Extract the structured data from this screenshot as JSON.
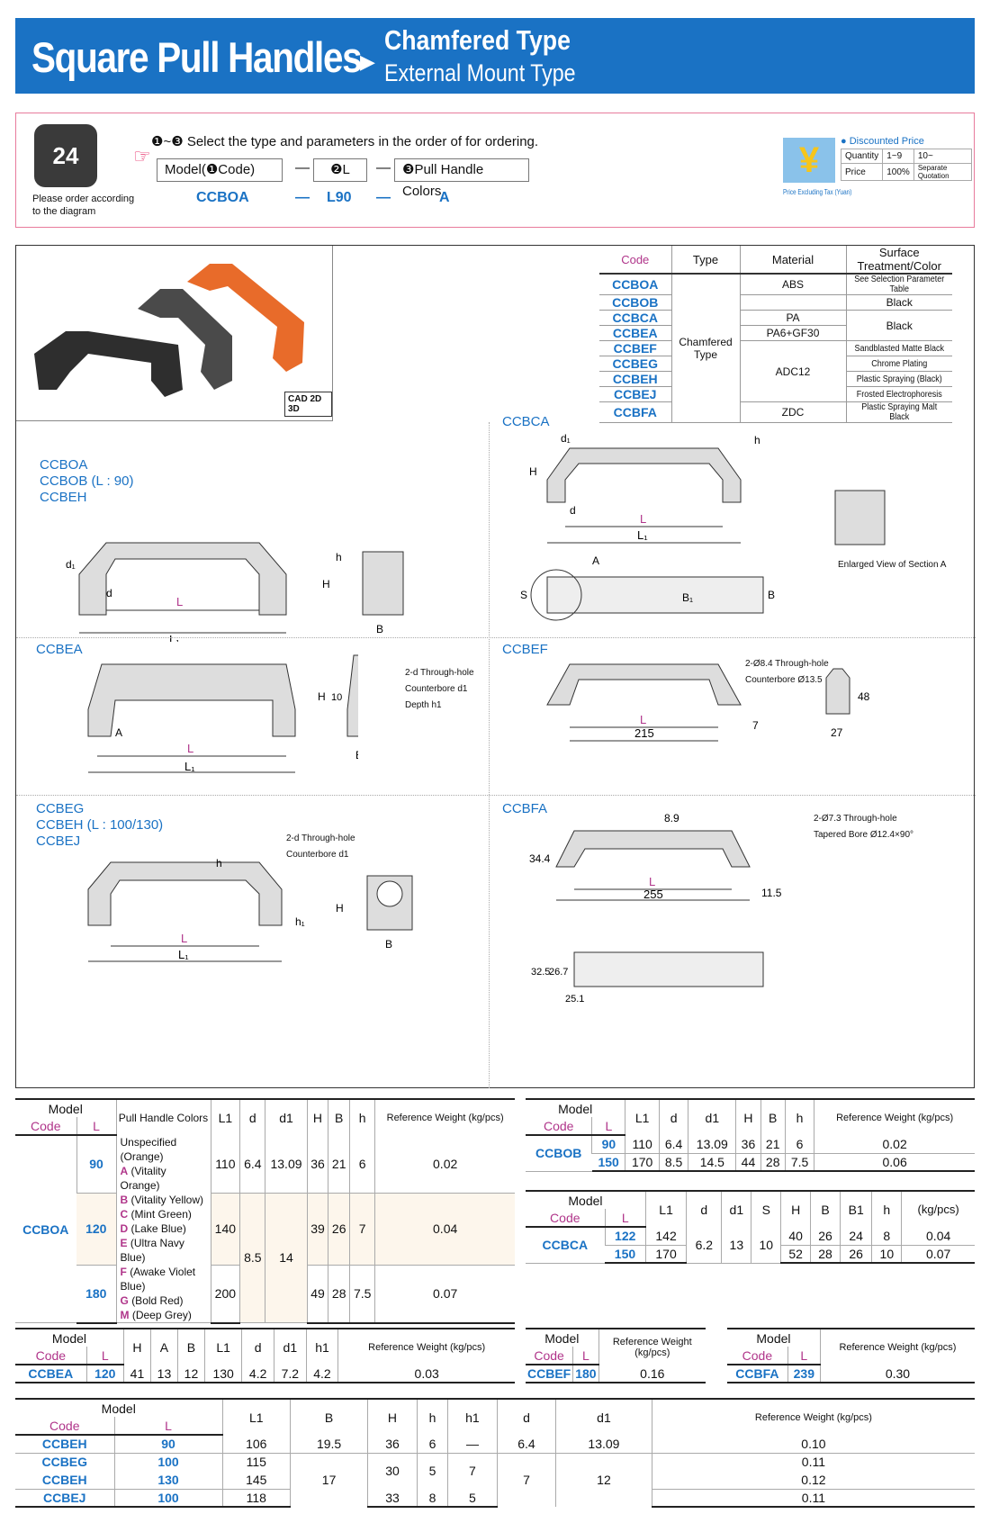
{
  "header": {
    "title": "Square Pull Handles",
    "subtitle1": "Chamfered Type",
    "subtitle2": "External Mount Type"
  },
  "order": {
    "instruction": "❶~❸ Select the type and parameters in the order of for ordering.",
    "phone_note": "Please order according to the diagram",
    "phone_label": "24",
    "box1": "Model(❶Code)",
    "box2": "❷L",
    "box3": "❸Pull Handle Colors",
    "ex1": "CCBOA",
    "ex2": "L90",
    "ex3": "A",
    "dash": "—"
  },
  "price": {
    "title": "Discounted Price",
    "note": "Price Excluding Tax (Yuan)",
    "qty_label": "Quantity",
    "qty1": "1~9",
    "qty2": "10~",
    "price_label": "Price",
    "p1": "100%",
    "p2": "Separate Quotation",
    "yen": "¥"
  },
  "cad": "CAD 2D 3D",
  "codes_table": {
    "headers": [
      "Code",
      "Type",
      "Material",
      "Surface Treatment/Color"
    ],
    "rows": [
      [
        "CCBOA",
        "ABS",
        "See Selection Parameter Table"
      ],
      [
        "CCBOB",
        "",
        "Black"
      ],
      [
        "CCBCA",
        "PA",
        ""
      ],
      [
        "CCBEA",
        "PA6+GF30",
        "Black"
      ],
      [
        "CCBEF",
        "",
        "Sandblasted Matte Black"
      ],
      [
        "CCBEG",
        "ADC12",
        "Chrome Plating"
      ],
      [
        "CCBEH",
        "",
        "Plastic Spraying (Black)"
      ],
      [
        "CCBEJ",
        "",
        "Frosted Electrophoresis"
      ],
      [
        "CCBFA",
        "ZDC",
        "Plastic Spraying Malt Black"
      ]
    ],
    "type": "Chamfered Type"
  },
  "diagrams": {
    "d1": {
      "codes": [
        "CCBOA",
        "CCBOB (L : 90)",
        "CCBEH"
      ]
    },
    "d2": {
      "code": "CCBCA",
      "note": "Enlarged View of Section A"
    },
    "d3": {
      "code": "CCBEA",
      "note": "2-d Through-hole Counterbore d1 Depth h1"
    },
    "d4": {
      "code": "CCBEF",
      "note": "2-Ø8.4 Through-hole Counterbore Ø13.5",
      "l": "215",
      "h": "48",
      "b": "27",
      "x": "7"
    },
    "d5": {
      "codes": [
        "CCBEG",
        "CCBEH (L : 100/130)",
        "CCBEJ"
      ],
      "note": "2-d Through-hole Counterbore d1"
    },
    "d6": {
      "code": "CCBFA",
      "note": "2-Ø7.3 Through-hole Tapered Bore Ø12.4×90°",
      "l": "255",
      "a": "8.9",
      "h": "34.4",
      "c": "11.5",
      "w1": "32.5",
      "w2": "26.7",
      "w3": "25.1"
    }
  },
  "t1": {
    "model": "Model",
    "code": "Code",
    "l": "L",
    "colors": "Pull Handle Colors",
    "cols": [
      "L1",
      "d",
      "d1",
      "H",
      "B",
      "h"
    ],
    "rw": "Reference Weight (kg/pcs)",
    "name": "CCBOA",
    "color_list": [
      [
        "",
        "Unspecified (Orange)"
      ],
      [
        "A",
        "(Vitality Orange)"
      ],
      [
        "B",
        "(Vitality Yellow)"
      ],
      [
        "C",
        "(Mint Green)"
      ],
      [
        "D",
        "(Lake Blue)"
      ],
      [
        "E",
        "(Ultra Navy Blue)"
      ],
      [
        "F",
        "(Awake Violet Blue)"
      ],
      [
        "G",
        "(Bold Red)"
      ],
      [
        "M",
        "(Deep Grey)"
      ]
    ],
    "rows": [
      [
        "90",
        "110",
        "6.4",
        "13.09",
        "36",
        "21",
        "6",
        "0.02"
      ],
      [
        "120",
        "140",
        "",
        "",
        "39",
        "26",
        "7",
        "0.04"
      ],
      [
        "180",
        "200",
        "",
        "",
        "49",
        "28",
        "7.5",
        "0.07"
      ]
    ],
    "d_shared": "8.5",
    "d1_shared": "14"
  },
  "t2": {
    "name": "CCBOB",
    "cols": [
      "L1",
      "d",
      "d1",
      "H",
      "B",
      "h"
    ],
    "rows": [
      [
        "90",
        "110",
        "6.4",
        "13.09",
        "36",
        "21",
        "6",
        "0.02"
      ],
      [
        "150",
        "170",
        "8.5",
        "14.5",
        "44",
        "28",
        "7.5",
        "0.06"
      ]
    ]
  },
  "t3": {
    "name": "CCBCA",
    "cols": [
      "L1",
      "d",
      "d1",
      "S",
      "H",
      "B",
      "B1",
      "h",
      "(kg/pcs)"
    ],
    "rows": [
      [
        "122",
        "142",
        "",
        "",
        "",
        "40",
        "26",
        "24",
        "8",
        "0.04"
      ],
      [
        "150",
        "170",
        "",
        "",
        "",
        "52",
        "28",
        "26",
        "10",
        "0.07"
      ]
    ],
    "d": "6.2",
    "d1": "13",
    "s": "10"
  },
  "t4": {
    "name": "CCBEA",
    "cols": [
      "H",
      "A",
      "B",
      "L1",
      "d",
      "d1",
      "h1"
    ],
    "row": [
      "120",
      "41",
      "13",
      "12",
      "130",
      "4.2",
      "7.2",
      "4.2",
      "0.03"
    ]
  },
  "t5": {
    "name": "CCBEF",
    "row": [
      "180",
      "0.16"
    ]
  },
  "t6": {
    "name": "CCBFA",
    "row": [
      "239",
      "0.30"
    ]
  },
  "t7": {
    "cols": [
      "L1",
      "B",
      "H",
      "h",
      "h1",
      "d",
      "d1"
    ],
    "rows": [
      [
        "CCBEH",
        "90",
        "106",
        "19.5",
        "36",
        "6",
        "—",
        "6.4",
        "13.09",
        "0.10"
      ],
      [
        "CCBEG",
        "100",
        "115",
        "",
        "",
        "",
        "",
        "",
        "",
        "0.11"
      ],
      [
        "CCBEH",
        "130",
        "145",
        "17",
        "30",
        "5",
        "7",
        "7",
        "12",
        "0.12"
      ],
      [
        "CCBEJ",
        "100",
        "118",
        "",
        "33",
        "8",
        "5",
        "",
        "",
        "0.11"
      ]
    ]
  }
}
